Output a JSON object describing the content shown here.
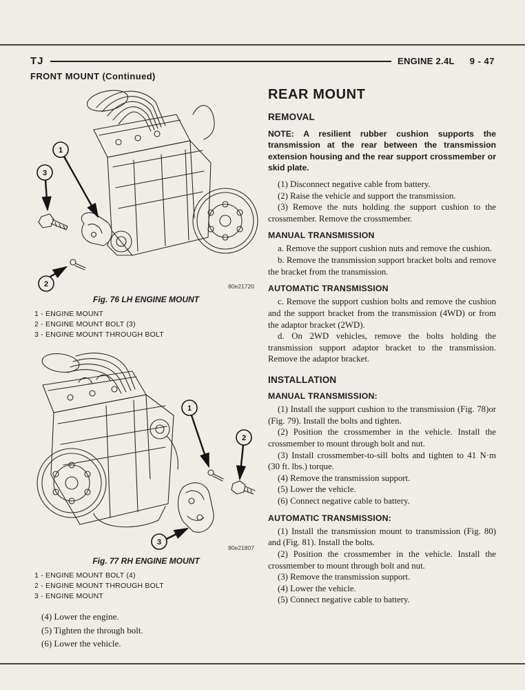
{
  "colors": {
    "page_bg": "#f0ede7",
    "ink": "#1c1c1c"
  },
  "header": {
    "model": "TJ",
    "section": "ENGINE 2.4L",
    "page": "9 - 47"
  },
  "left": {
    "heading": "FRONT MOUNT (Continued)",
    "fig76": {
      "caption": "Fig. 76 LH ENGINE MOUNT",
      "code": "80e21720",
      "callout1": "1",
      "callout2": "2",
      "callout3": "3",
      "legend": [
        "1 - ENGINE MOUNT",
        "2 - ENGINE MOUNT BOLT (3)",
        "3 - ENGINE MOUNT THROUGH BOLT"
      ]
    },
    "fig77": {
      "caption": "Fig. 77 RH ENGINE MOUNT",
      "code": "80e21807",
      "callout1": "1",
      "callout2": "2",
      "callout3": "3",
      "legend": [
        "1 - ENGINE MOUNT BOLT (4)",
        "2 - ENGINE MOUNT THROUGH BOLT",
        "3 - ENGINE MOUNT"
      ]
    },
    "steps": [
      "(4) Lower the engine.",
      "(5) Tighten the through bolt.",
      "(6) Lower the vehicle."
    ]
  },
  "right": {
    "title": "REAR MOUNT",
    "removal_heading": "REMOVAL",
    "note": "NOTE: A resilient rubber cushion supports the transmission at the rear between the transmission extension housing and the rear support crossmember or skid plate.",
    "removal_steps": [
      "(1) Disconnect negative cable from battery.",
      "(2) Raise the vehicle and support the transmission.",
      "(3) Remove the nuts holding the support cushion to the crossmember. Remove the crossmember."
    ],
    "manual_heading": "MANUAL TRANSMISSION",
    "manual_steps": [
      "a. Remove the support cushion nuts and remove the cushion.",
      "b. Remove the transmission support bracket bolts and remove the bracket from the transmission."
    ],
    "auto_heading": "AUTOMATIC TRANSMISSION",
    "auto_steps": [
      "c. Remove the support cushion bolts and remove the cushion and the support bracket from the transmission (4WD) or from the adaptor bracket (2WD).",
      "d. On 2WD vehicles, remove the bolts holding the transmission support adaptor bracket to the transmission. Remove the adaptor bracket."
    ],
    "installation_heading": "INSTALLATION",
    "install_manual_heading": "MANUAL TRANSMISSION:",
    "install_manual_steps": [
      "(1) Install the support cushion to the transmission (Fig. 78)or (Fig. 79). Install the bolts and tighten.",
      "(2) Position the crossmember in the vehicle. Install the crossmember to mount through bolt and nut.",
      "(3) Install crossmember-to-sill bolts and tighten to 41 N·m (30 ft. lbs.) torque.",
      "(4) Remove the transmission support.",
      "(5) Lower the vehicle.",
      "(6) Connect negative cable to battery."
    ],
    "install_auto_heading": "AUTOMATIC TRANSMISSION:",
    "install_auto_steps": [
      "(1) Install the transmission mount to transmission (Fig. 80) and (Fig. 81). Install the bolts.",
      "(2) Position the crossmember in the vehicle. Install the crossmember to mount through bolt and nut.",
      "(3) Remove the transmission support.",
      "(4) Lower the vehicle.",
      "(5) Connect negative cable to battery."
    ]
  }
}
